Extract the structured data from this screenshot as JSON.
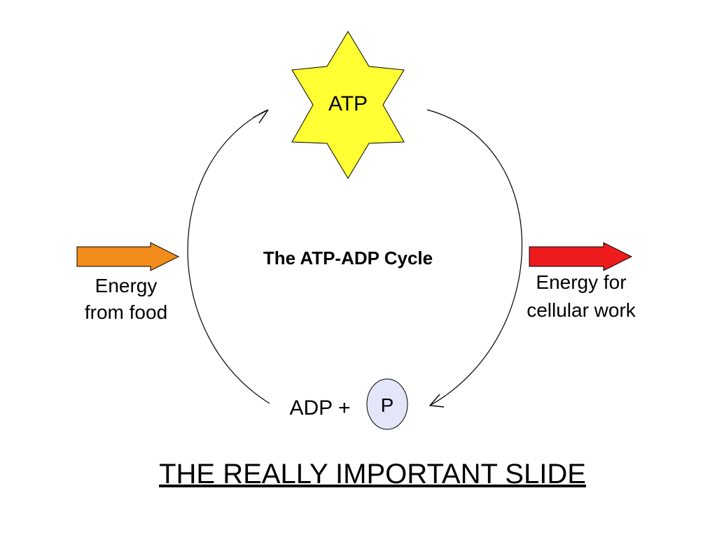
{
  "slide": {
    "title": "THE REALLY IMPORTANT SLIDE"
  },
  "diagram": {
    "center_label": "The ATP-ADP Cycle",
    "atp": {
      "label": "ATP",
      "fill": "#ffff33"
    },
    "adp": {
      "label": "ADP +",
      "phosphate_label": "P",
      "phosphate_fill": "#e3e6f9"
    },
    "input_arrow": {
      "label_line1": "Energy",
      "label_line2": "from food",
      "fill": "#f28c1a"
    },
    "output_arrow": {
      "label_line1": "Energy for",
      "label_line2": "cellular work",
      "fill": "#ee1c1c"
    }
  }
}
